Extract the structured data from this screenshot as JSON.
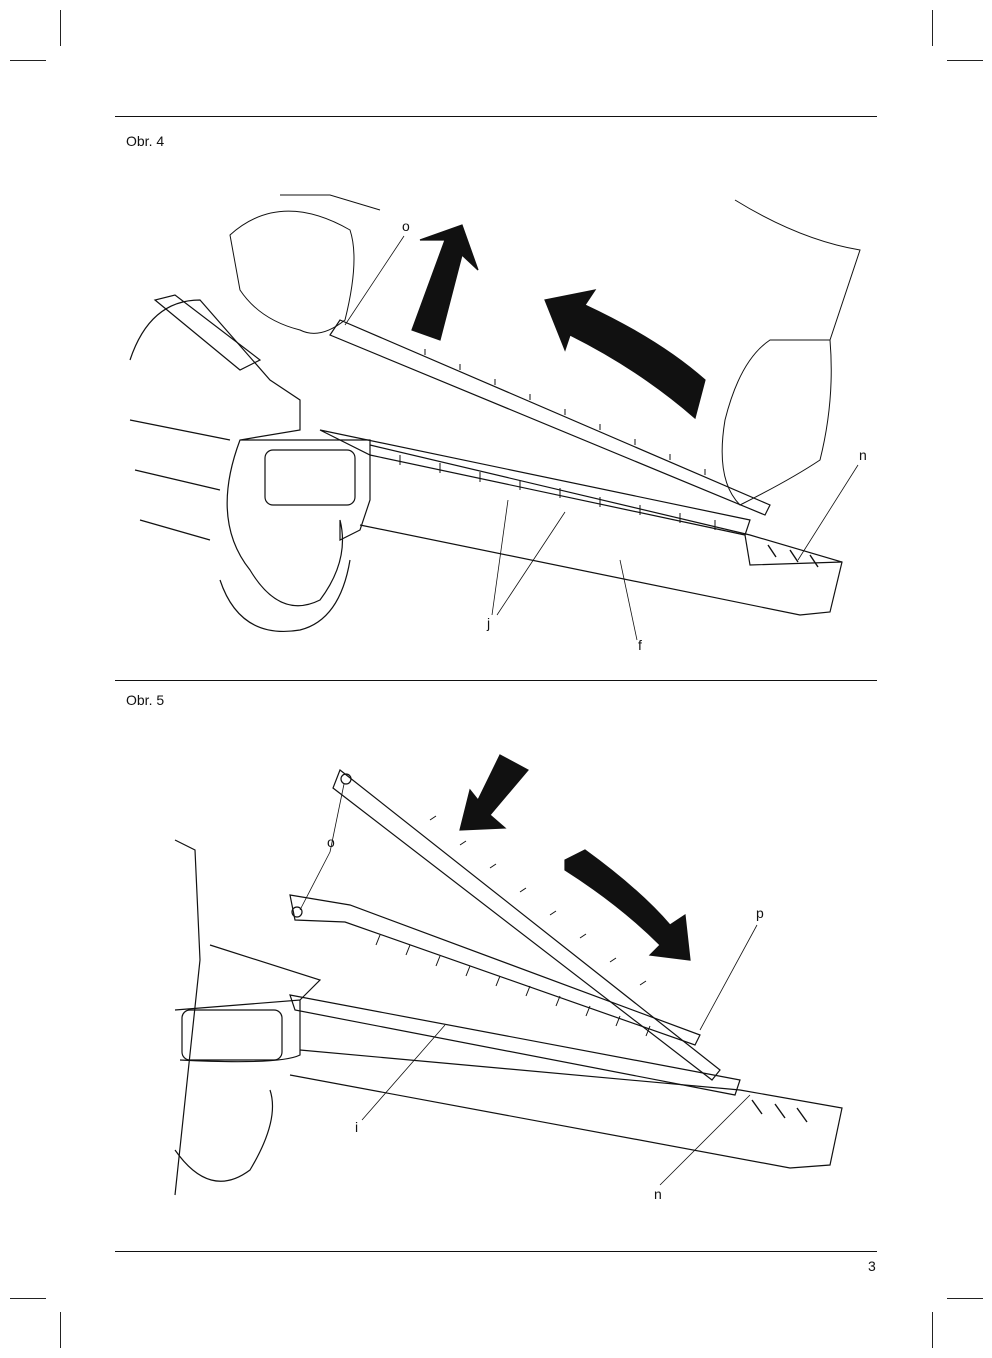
{
  "figures": [
    {
      "label": "Obr. 4",
      "callouts": {
        "o": "o",
        "n": "n",
        "j": "j",
        "f": "f"
      }
    },
    {
      "label": "Obr. 5",
      "callouts": {
        "o": "o",
        "p": "p",
        "i": "i",
        "n": "n"
      }
    }
  ],
  "footer": {
    "page_number": "3"
  }
}
